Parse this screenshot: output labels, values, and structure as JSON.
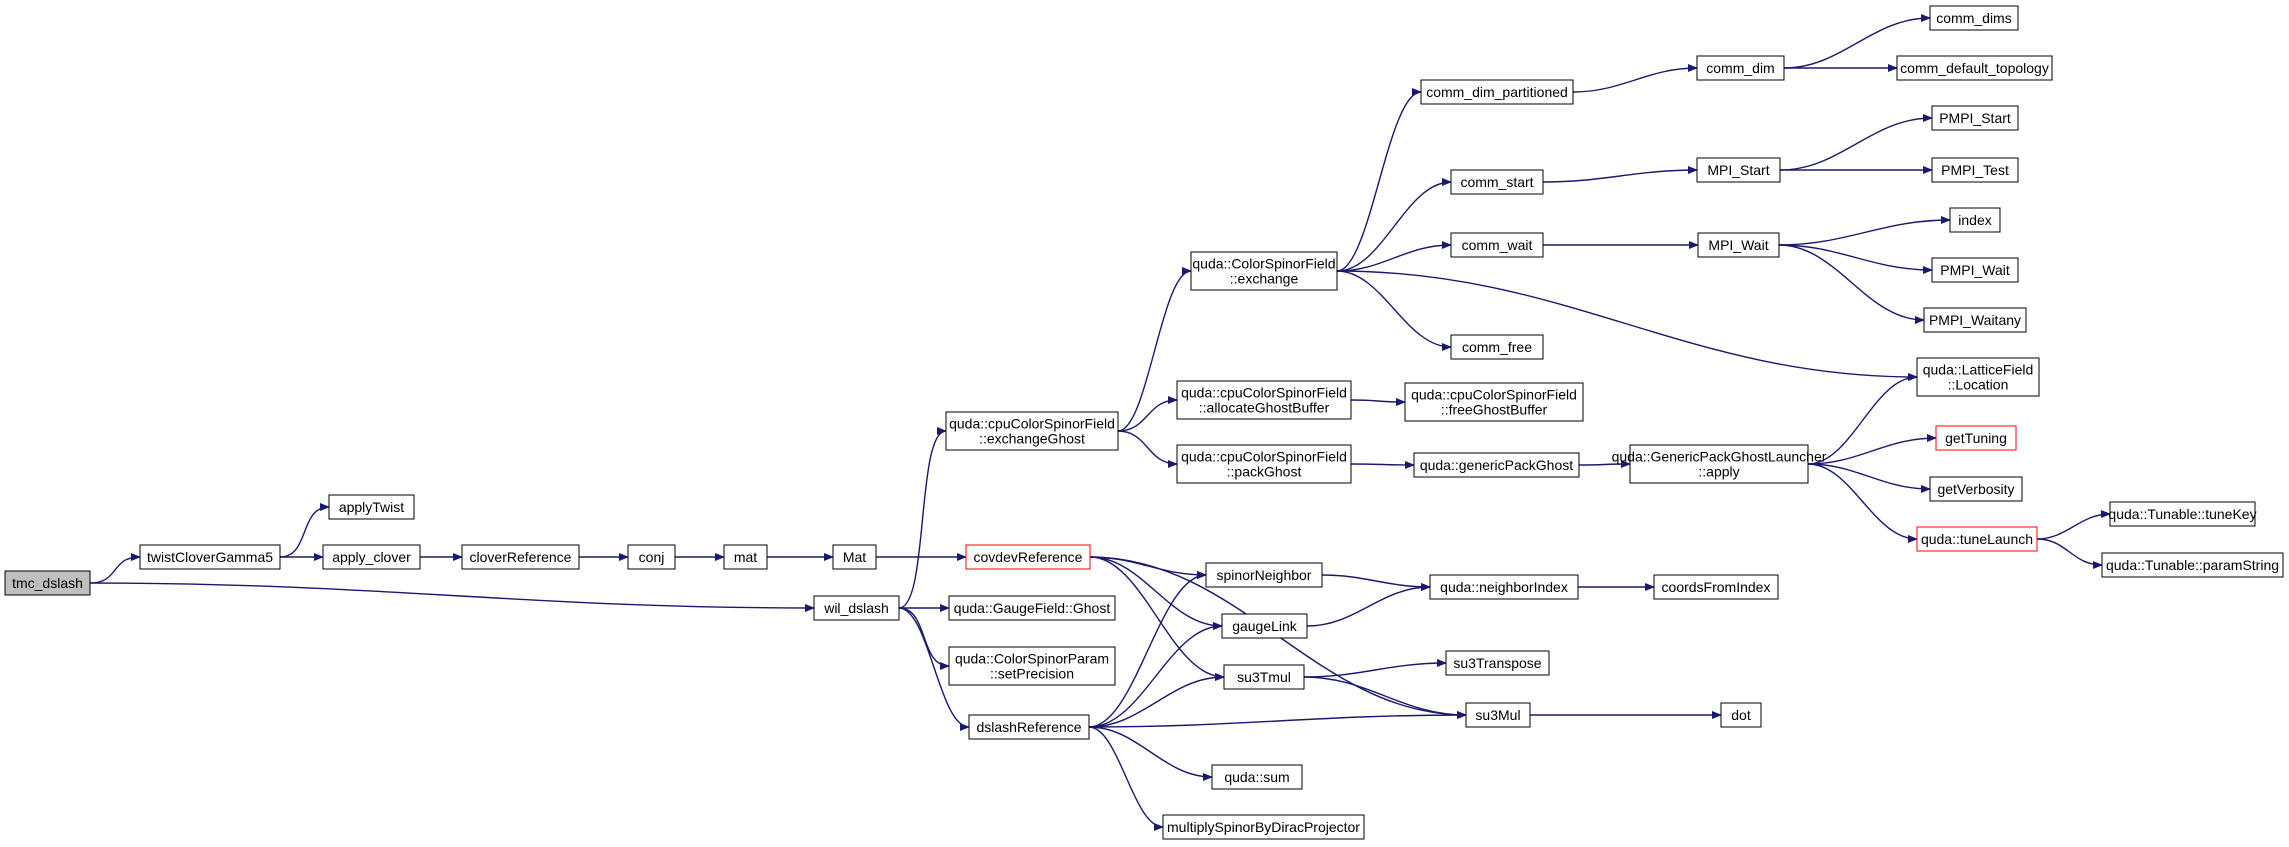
{
  "colors": {
    "edge": "#191970",
    "node_border": "#000000",
    "highlight_border": "#ff0000",
    "root_fill": "#bfbfbf",
    "node_fill": "#ffffff"
  },
  "nodes": [
    {
      "id": "tmc_dslash",
      "lines": [
        "tmc_dslash"
      ],
      "style": "root"
    },
    {
      "id": "twistCloverGamma5",
      "lines": [
        "twistCloverGamma5"
      ]
    },
    {
      "id": "applyTwist",
      "lines": [
        "applyTwist"
      ]
    },
    {
      "id": "apply_clover",
      "lines": [
        "apply_clover"
      ]
    },
    {
      "id": "cloverReference",
      "lines": [
        "cloverReference"
      ]
    },
    {
      "id": "conj",
      "lines": [
        "conj"
      ]
    },
    {
      "id": "mat",
      "lines": [
        "mat"
      ]
    },
    {
      "id": "Mat",
      "lines": [
        "Mat"
      ]
    },
    {
      "id": "covdevReference",
      "lines": [
        "covdevReference"
      ],
      "style": "red"
    },
    {
      "id": "wil_dslash",
      "lines": [
        "wil_dslash"
      ]
    },
    {
      "id": "quda::cpuColorSpinorField::exchangeGhost",
      "lines": [
        "quda::cpuColorSpinorField",
        "::exchangeGhost"
      ]
    },
    {
      "id": "quda::ColorSpinorField::exchange",
      "lines": [
        "quda::ColorSpinorField",
        "::exchange"
      ]
    },
    {
      "id": "comm_dim_partitioned",
      "lines": [
        "comm_dim_partitioned"
      ]
    },
    {
      "id": "comm_dim",
      "lines": [
        "comm_dim"
      ]
    },
    {
      "id": "comm_dims",
      "lines": [
        "comm_dims"
      ]
    },
    {
      "id": "comm_default_topology",
      "lines": [
        "comm_default_topology"
      ]
    },
    {
      "id": "comm_start",
      "lines": [
        "comm_start"
      ]
    },
    {
      "id": "MPI_Start",
      "lines": [
        "MPI_Start"
      ]
    },
    {
      "id": "PMPI_Start",
      "lines": [
        "PMPI_Start"
      ]
    },
    {
      "id": "PMPI_Test",
      "lines": [
        "PMPI_Test"
      ]
    },
    {
      "id": "comm_wait",
      "lines": [
        "comm_wait"
      ]
    },
    {
      "id": "MPI_Wait",
      "lines": [
        "MPI_Wait"
      ]
    },
    {
      "id": "index",
      "lines": [
        "index"
      ]
    },
    {
      "id": "PMPI_Wait",
      "lines": [
        "PMPI_Wait"
      ]
    },
    {
      "id": "PMPI_Waitany",
      "lines": [
        "PMPI_Waitany"
      ]
    },
    {
      "id": "comm_free",
      "lines": [
        "comm_free"
      ]
    },
    {
      "id": "quda::LatticeField::Location",
      "lines": [
        "quda::LatticeField",
        "::Location"
      ]
    },
    {
      "id": "quda::cpuColorSpinorField::allocateGhostBuffer",
      "lines": [
        "quda::cpuColorSpinorField",
        "::allocateGhostBuffer"
      ]
    },
    {
      "id": "quda::cpuColorSpinorField::freeGhostBuffer",
      "lines": [
        "quda::cpuColorSpinorField",
        "::freeGhostBuffer"
      ]
    },
    {
      "id": "quda::cpuColorSpinorField::packGhost",
      "lines": [
        "quda::cpuColorSpinorField",
        "::packGhost"
      ]
    },
    {
      "id": "quda::genericPackGhost",
      "lines": [
        "quda::genericPackGhost"
      ]
    },
    {
      "id": "quda::GenericPackGhostLauncher::apply",
      "lines": [
        "quda::GenericPackGhostLauncher",
        "::apply"
      ]
    },
    {
      "id": "getTuning",
      "lines": [
        "getTuning"
      ],
      "style": "red"
    },
    {
      "id": "getVerbosity",
      "lines": [
        "getVerbosity"
      ]
    },
    {
      "id": "quda::tuneLaunch",
      "lines": [
        "quda::tuneLaunch"
      ],
      "style": "red"
    },
    {
      "id": "quda::Tunable::tuneKey",
      "lines": [
        "quda::Tunable::tuneKey"
      ]
    },
    {
      "id": "quda::Tunable::paramString",
      "lines": [
        "quda::Tunable::paramString"
      ]
    },
    {
      "id": "spinorNeighbor",
      "lines": [
        "spinorNeighbor"
      ]
    },
    {
      "id": "quda::neighborIndex",
      "lines": [
        "quda::neighborIndex"
      ]
    },
    {
      "id": "coordsFromIndex",
      "lines": [
        "coordsFromIndex"
      ]
    },
    {
      "id": "gaugeLink",
      "lines": [
        "gaugeLink"
      ]
    },
    {
      "id": "su3Tmul",
      "lines": [
        "su3Tmul"
      ]
    },
    {
      "id": "su3Transpose",
      "lines": [
        "su3Transpose"
      ]
    },
    {
      "id": "su3Mul",
      "lines": [
        "su3Mul"
      ]
    },
    {
      "id": "dot",
      "lines": [
        "dot"
      ]
    },
    {
      "id": "quda::GaugeField::Ghost",
      "lines": [
        "quda::GaugeField::Ghost"
      ]
    },
    {
      "id": "quda::ColorSpinorParam::setPrecision",
      "lines": [
        "quda::ColorSpinorParam",
        "::setPrecision"
      ]
    },
    {
      "id": "dslashReference",
      "lines": [
        "dslashReference"
      ]
    },
    {
      "id": "quda::sum",
      "lines": [
        "quda::sum"
      ]
    },
    {
      "id": "multiplySpinorByDiracProjector",
      "lines": [
        "multiplySpinorByDiracProjector"
      ]
    }
  ],
  "edges": [
    [
      "tmc_dslash",
      "twistCloverGamma5"
    ],
    [
      "tmc_dslash",
      "wil_dslash"
    ],
    [
      "twistCloverGamma5",
      "applyTwist"
    ],
    [
      "twistCloverGamma5",
      "apply_clover"
    ],
    [
      "apply_clover",
      "cloverReference"
    ],
    [
      "cloverReference",
      "conj"
    ],
    [
      "conj",
      "mat"
    ],
    [
      "mat",
      "Mat"
    ],
    [
      "Mat",
      "covdevReference"
    ],
    [
      "wil_dslash",
      "quda::cpuColorSpinorField::exchangeGhost"
    ],
    [
      "wil_dslash",
      "quda::GaugeField::Ghost"
    ],
    [
      "wil_dslash",
      "quda::ColorSpinorParam::setPrecision"
    ],
    [
      "wil_dslash",
      "dslashReference"
    ],
    [
      "quda::cpuColorSpinorField::exchangeGhost",
      "quda::ColorSpinorField::exchange"
    ],
    [
      "quda::cpuColorSpinorField::exchangeGhost",
      "quda::cpuColorSpinorField::allocateGhostBuffer"
    ],
    [
      "quda::cpuColorSpinorField::exchangeGhost",
      "quda::cpuColorSpinorField::packGhost"
    ],
    [
      "quda::ColorSpinorField::exchange",
      "comm_dim_partitioned"
    ],
    [
      "quda::ColorSpinorField::exchange",
      "comm_start"
    ],
    [
      "quda::ColorSpinorField::exchange",
      "comm_wait"
    ],
    [
      "quda::ColorSpinorField::exchange",
      "comm_free"
    ],
    [
      "quda::ColorSpinorField::exchange",
      "quda::LatticeField::Location"
    ],
    [
      "comm_dim_partitioned",
      "comm_dim"
    ],
    [
      "comm_dim",
      "comm_dims"
    ],
    [
      "comm_dim",
      "comm_default_topology"
    ],
    [
      "comm_start",
      "MPI_Start"
    ],
    [
      "MPI_Start",
      "PMPI_Start"
    ],
    [
      "MPI_Start",
      "PMPI_Test"
    ],
    [
      "comm_wait",
      "MPI_Wait"
    ],
    [
      "MPI_Wait",
      "index"
    ],
    [
      "MPI_Wait",
      "PMPI_Wait"
    ],
    [
      "MPI_Wait",
      "PMPI_Waitany"
    ],
    [
      "quda::cpuColorSpinorField::allocateGhostBuffer",
      "quda::cpuColorSpinorField::freeGhostBuffer"
    ],
    [
      "quda::cpuColorSpinorField::packGhost",
      "quda::genericPackGhost"
    ],
    [
      "quda::genericPackGhost",
      "quda::GenericPackGhostLauncher::apply"
    ],
    [
      "quda::GenericPackGhostLauncher::apply",
      "quda::LatticeField::Location"
    ],
    [
      "quda::GenericPackGhostLauncher::apply",
      "getTuning"
    ],
    [
      "quda::GenericPackGhostLauncher::apply",
      "getVerbosity"
    ],
    [
      "quda::GenericPackGhostLauncher::apply",
      "quda::tuneLaunch"
    ],
    [
      "quda::tuneLaunch",
      "quda::Tunable::tuneKey"
    ],
    [
      "quda::tuneLaunch",
      "quda::Tunable::paramString"
    ],
    [
      "covdevReference",
      "spinorNeighbor"
    ],
    [
      "covdevReference",
      "gaugeLink"
    ],
    [
      "covdevReference",
      "su3Tmul"
    ],
    [
      "covdevReference",
      "su3Mul"
    ],
    [
      "spinorNeighbor",
      "quda::neighborIndex"
    ],
    [
      "quda::neighborIndex",
      "coordsFromIndex"
    ],
    [
      "gaugeLink",
      "quda::neighborIndex"
    ],
    [
      "su3Tmul",
      "su3Transpose"
    ],
    [
      "su3Tmul",
      "su3Mul"
    ],
    [
      "su3Mul",
      "dot"
    ],
    [
      "dslashReference",
      "gaugeLink"
    ],
    [
      "dslashReference",
      "spinorNeighbor"
    ],
    [
      "dslashReference",
      "su3Tmul"
    ],
    [
      "dslashReference",
      "su3Mul"
    ],
    [
      "dslashReference",
      "quda::sum"
    ],
    [
      "dslashReference",
      "multiplySpinorByDiracProjector"
    ]
  ]
}
